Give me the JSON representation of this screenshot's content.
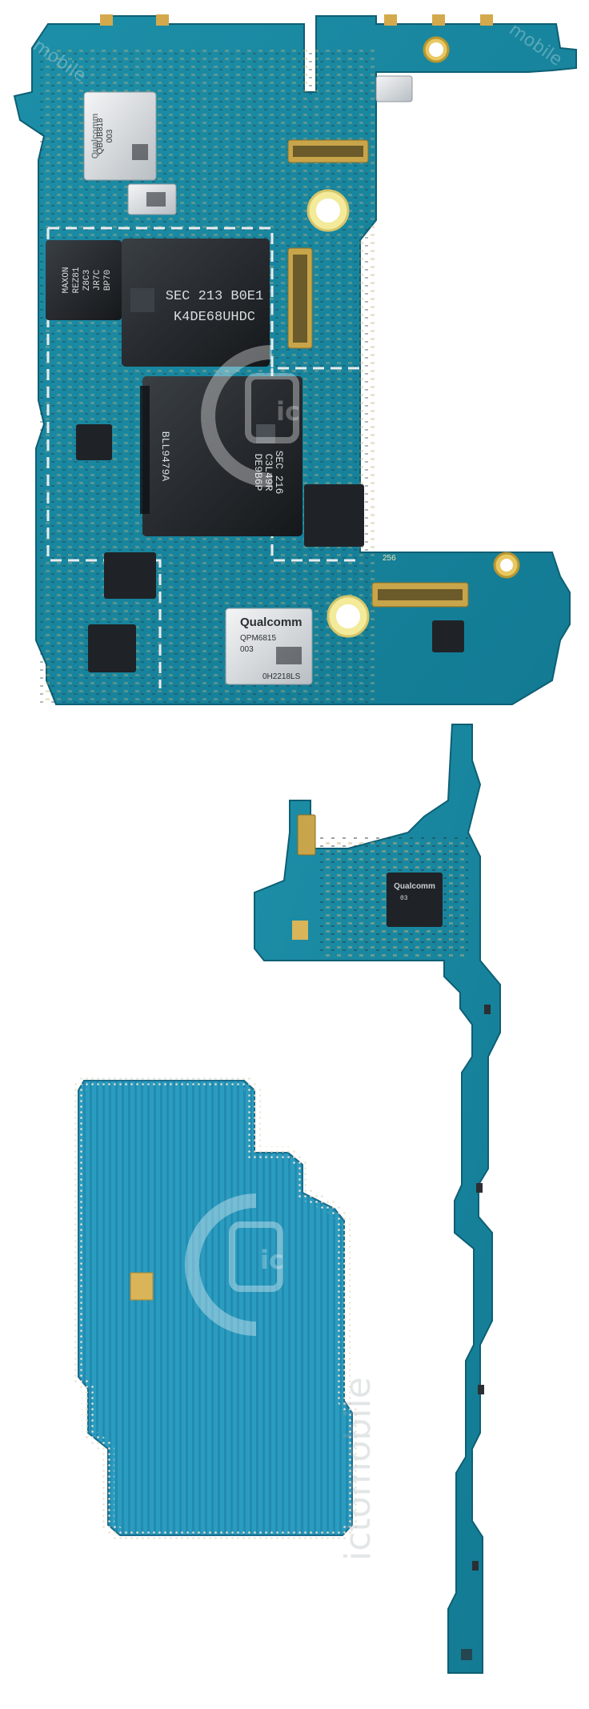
{
  "watermark": {
    "left_text": "mobile",
    "right_text": "mobile",
    "vertical_text": "ictomobile",
    "logo_letters": "ic"
  },
  "main_board": {
    "top_qualcomm": {
      "brand": "Qualcomm",
      "line1": "QBUB818",
      "line2": "003"
    },
    "ram_left": {
      "lines": [
        "MAXON",
        "REZ81",
        "Z8C3",
        "JR7C",
        "BP70"
      ]
    },
    "memory_chip": {
      "line1": "SEC 213 B0E1",
      "line2": "K4DE68UHDC"
    },
    "soc": {
      "line1": "BLL9479A",
      "line2": "SEC 216",
      "line3": "C3L49R",
      "line4": "DE9B6P"
    },
    "pmic_qualcomm": {
      "brand": "Qualcomm",
      "line1": "QPM6815",
      "line2": "003",
      "line3": "0H2218LS"
    },
    "small_label": "256"
  },
  "sub_board": {
    "qualcomm_chip": {
      "brand": "Qualcomm",
      "line1": "03"
    }
  }
}
